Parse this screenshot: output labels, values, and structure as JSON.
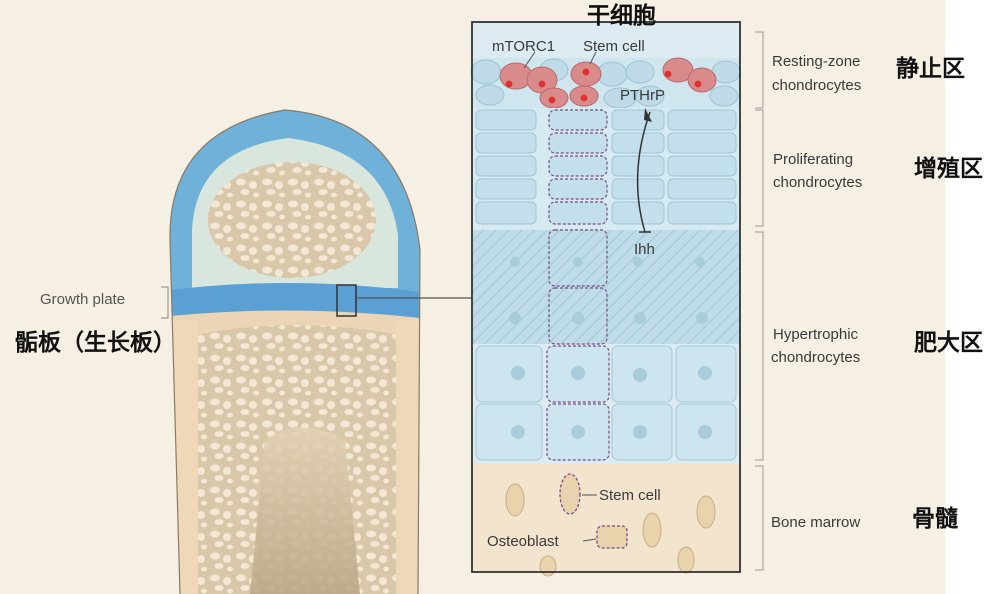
{
  "labels": {
    "stem_cell_cn": "干细胞",
    "mtorc1": "mTORC1",
    "stem_cell_top": "Stem cell",
    "pthrp": "PTHrP",
    "ihh": "Ihh",
    "stem_cell_marrow": "Stem cell",
    "osteoblast": "Osteoblast",
    "growth_plate": "Growth plate",
    "growth_plate_cn": "骺板（生长板）"
  },
  "zones": [
    {
      "line1": "Resting-zone",
      "line2": "chondrocytes",
      "cn": "静止区"
    },
    {
      "line1": "Proliferating",
      "line2": "chondrocytes",
      "cn": "增殖区"
    },
    {
      "line1": "Hypertrophic",
      "line2": "chondrocytes",
      "cn": "肥大区"
    },
    {
      "line1": "Bone marrow",
      "line2": "",
      "cn": "骨髓"
    }
  ],
  "colors": {
    "page": "#f6efe4",
    "cartilage": "#6fb1d8",
    "growth_plate": "#5aa0d4",
    "bone_outer": "#ebd5b6",
    "chondrocyte": "#c9e4ee",
    "stem_cell": "#d98a8a",
    "marker": "#e03030",
    "marrow": "#f2e4cd",
    "outline_dashed": "#7a4a8a"
  }
}
